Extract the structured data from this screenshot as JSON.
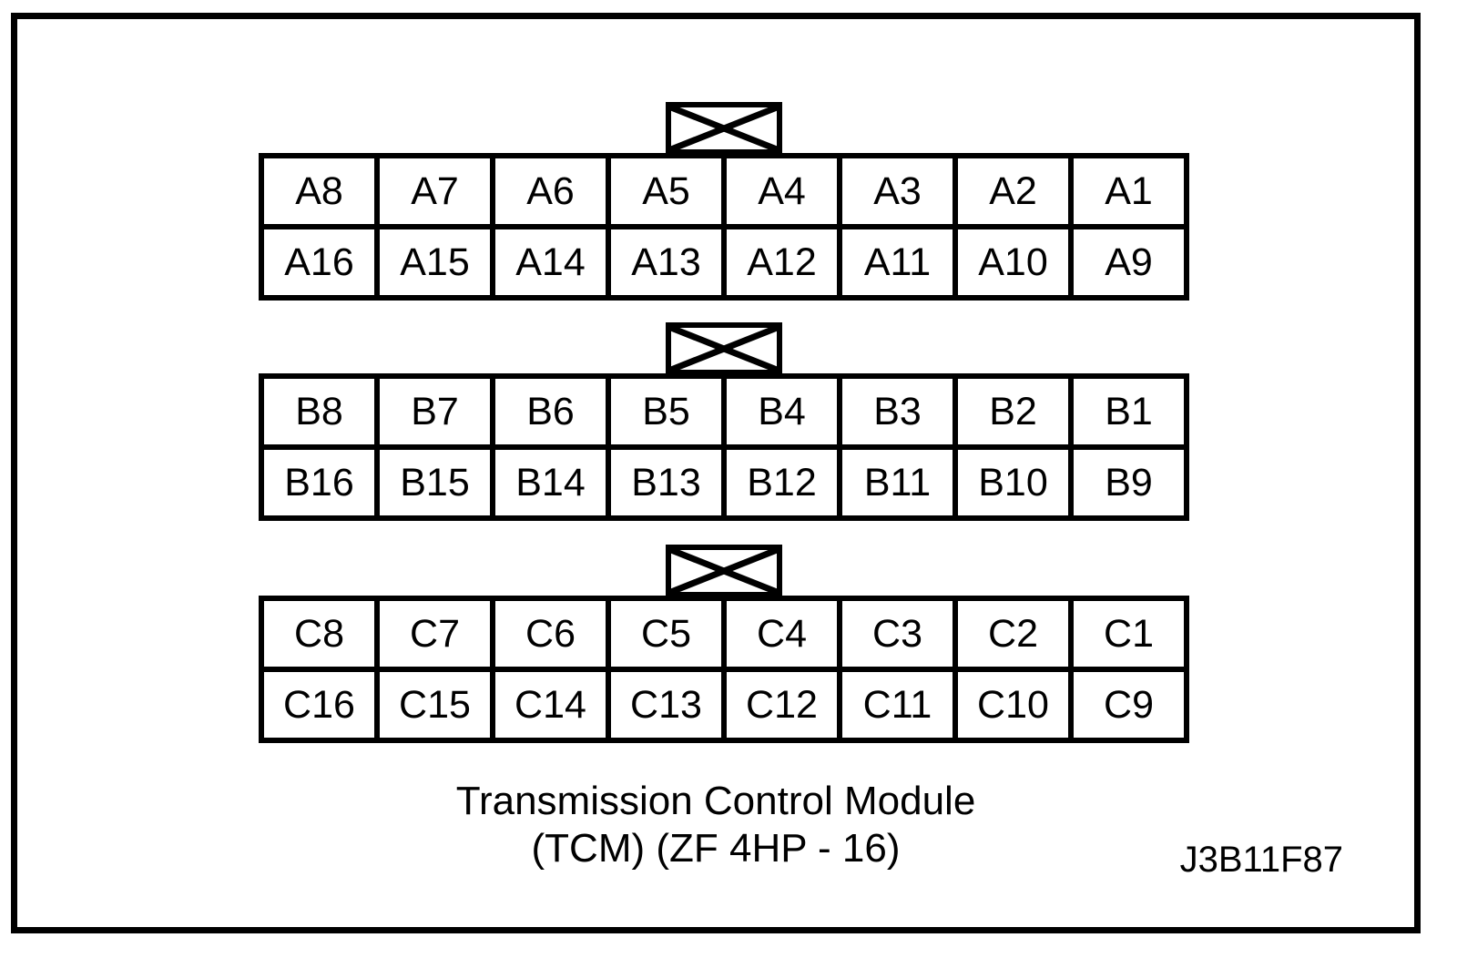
{
  "figure": {
    "caption_line1": "Transmission Control Module",
    "caption_line2": "(TCM) (ZF 4HP - 16)",
    "figure_code": "J3B11F87",
    "line_color": "#000000",
    "background_color": "#ffffff"
  },
  "connectors": [
    {
      "id": "A",
      "name": "connector-a",
      "latch_icon": "bowtie-latch-icon",
      "rows": [
        [
          "A8",
          "A7",
          "A6",
          "A5",
          "A4",
          "A3",
          "A2",
          "A1"
        ],
        [
          "A16",
          "A15",
          "A14",
          "A13",
          "A12",
          "A11",
          "A10",
          "A9"
        ]
      ]
    },
    {
      "id": "B",
      "name": "connector-b",
      "latch_icon": "bowtie-latch-icon",
      "rows": [
        [
          "B8",
          "B7",
          "B6",
          "B5",
          "B4",
          "B3",
          "B2",
          "B1"
        ],
        [
          "B16",
          "B15",
          "B14",
          "B13",
          "B12",
          "B11",
          "B10",
          "B9"
        ]
      ]
    },
    {
      "id": "C",
      "name": "connector-c",
      "latch_icon": "bowtie-latch-icon",
      "rows": [
        [
          "C8",
          "C7",
          "C6",
          "C5",
          "C4",
          "C3",
          "C2",
          "C1"
        ],
        [
          "C16",
          "C15",
          "C14",
          "C13",
          "C12",
          "C11",
          "C10",
          "C9"
        ]
      ]
    }
  ]
}
